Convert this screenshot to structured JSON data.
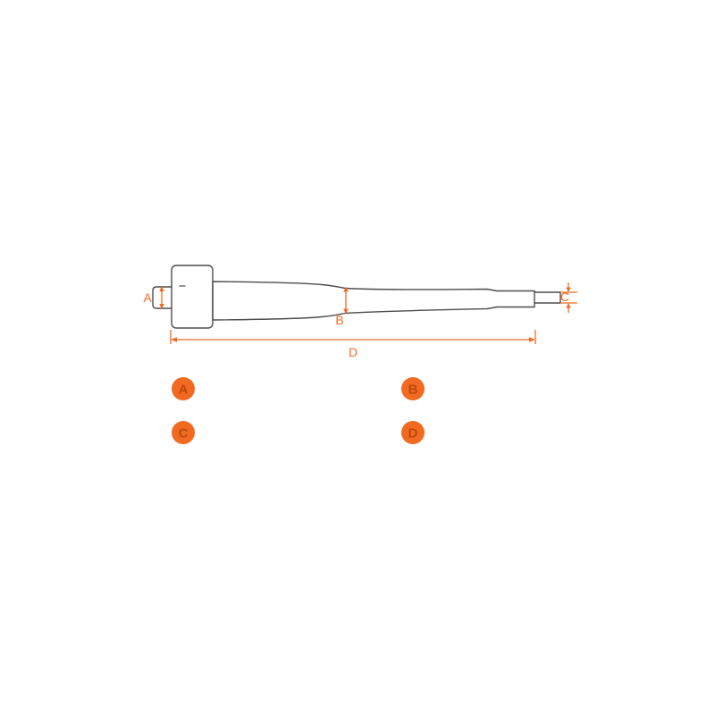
{
  "diagram": {
    "title": "part-dimension-diagram",
    "dim_labels": {
      "a": "A",
      "b": "B",
      "c": "C",
      "d": "D"
    },
    "legend": [
      {
        "id": "a",
        "label": "A"
      },
      {
        "id": "b",
        "label": "B"
      },
      {
        "id": "c",
        "label": "C"
      },
      {
        "id": "d",
        "label": "D"
      }
    ],
    "colors": {
      "accent": "#f26a22",
      "legend_letter": "#bc4a0a",
      "outline": "#4d4d4d",
      "background": "#ffffff"
    }
  }
}
